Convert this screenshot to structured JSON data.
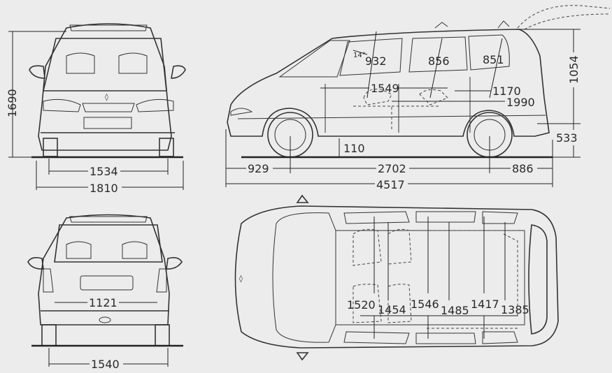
{
  "front_view": {
    "height": "1690",
    "track_front": "1534",
    "width": "1810"
  },
  "side_view": {
    "height_roof": "1054",
    "sill_height": "533",
    "ground_clearance": "110",
    "front_overhang": "929",
    "wheelbase": "2702",
    "rear_overhang": "886",
    "length": "4517",
    "headroom_front": "932",
    "headroom_middle": "856",
    "headroom_rear": "851",
    "seat_angle": "14°",
    "legroom_1549": "1549",
    "legroom_1170": "1170",
    "load_length": "1990"
  },
  "rear_view": {
    "tailgate_width": "1121",
    "track_rear": "1540"
  },
  "top_view": {
    "widths": [
      "1520",
      "1454",
      "1546",
      "1485",
      "1417",
      "1385"
    ]
  }
}
